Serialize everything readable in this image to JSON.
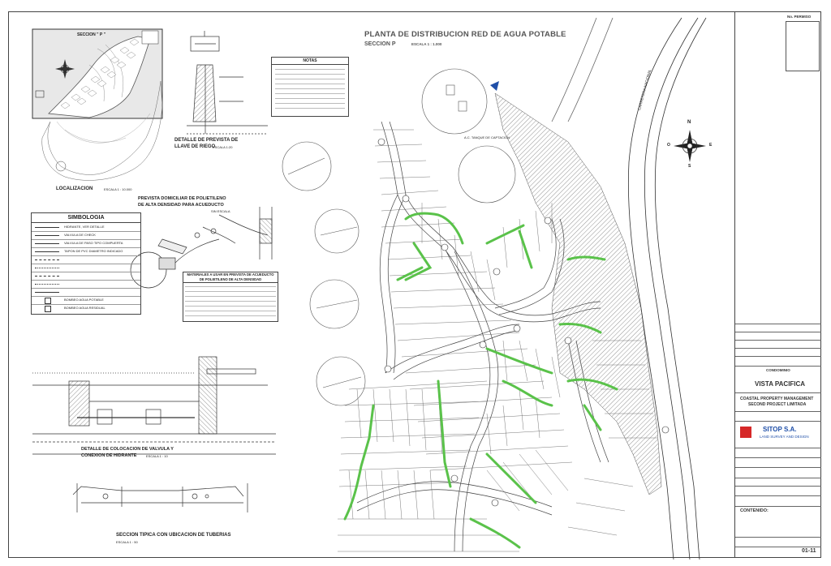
{
  "main": {
    "title": "PLANTA DE DISTRIBUCION RED DE AGUA POTABLE",
    "subtitle": "SECCION P",
    "scale": "ESCALA 1 : 1.000"
  },
  "details": {
    "seccion_label": "SECCION \" P \"",
    "localizacion": "LOCALIZACION",
    "localizacion_scale": "ESCALA 1 : 10.000",
    "llave_title_1": "DETALLE DE PREVISTA DE",
    "llave_title_2": "LLAVE DE RIEGO",
    "llave_scale": "ESCALA 1:20",
    "prevista_title_1": "PREVISTA DOMICILIAR DE POLIETILENO",
    "prevista_title_2": "DE ALTA DENSIDAD PARA ACUEDUCTO",
    "prevista_scale": "SIN ESCALA",
    "valvula_title_1": "DETALLE DE COLOCACION DE VALVULA Y",
    "valvula_title_2": "CONEXION DE HIDRANTE",
    "valvula_scale": "ESCALA 1 : 10",
    "seccion_tipica": "SECCION TIPICA CON UBICACION DE TUBERIAS",
    "seccion_tipica_scale": "ESCALA 1 : 50",
    "notas": "NOTAS",
    "materiales_1": "MATERIALES A USAR EN PREVISTA DE ACUEDUCTO",
    "materiales_2": "DE POLIETILENO DE ALTA DENSIDAD",
    "tanque_label": "A.C. TANQUE DE CAPTACION",
    "carretera": "CARRETERA NACIONAL"
  },
  "simbologia": {
    "title": "SIMBOLOGIA",
    "items": [
      "HIDRANTE, VER DETALLE",
      "VALVULA DE CHECK",
      "VALVULA DE PASO TIPO COMPUERTA",
      "TAPON DE PVC DIAMETRO INDICADO",
      "",
      "",
      "",
      "",
      "",
      "BOMBEO AGUA POTABLE",
      "BOMBEO AGUA RESIDUAL"
    ]
  },
  "title_block": {
    "permiso": "No. PERMISO",
    "condominio": "CONDOMINIO",
    "proyecto": "VISTA PACIFICA",
    "propietario_1": "COASTAL PROPERTY MANAGEMENT",
    "propietario_2": "SECOND PROJECT LIMITADA",
    "firma": "SITOP S.A.",
    "firma_sub": "LAND SURVEY AND DESIGN",
    "contenido": "CONTENIDO:",
    "lamina": "01-11"
  },
  "compass": {
    "n": "N",
    "e": "E",
    "s": "S",
    "w": "O"
  },
  "colors": {
    "line": "#333333",
    "green": "#5ac24a",
    "hatch": "#888888",
    "red": "#d62828",
    "blue": "#1f4fa8"
  }
}
